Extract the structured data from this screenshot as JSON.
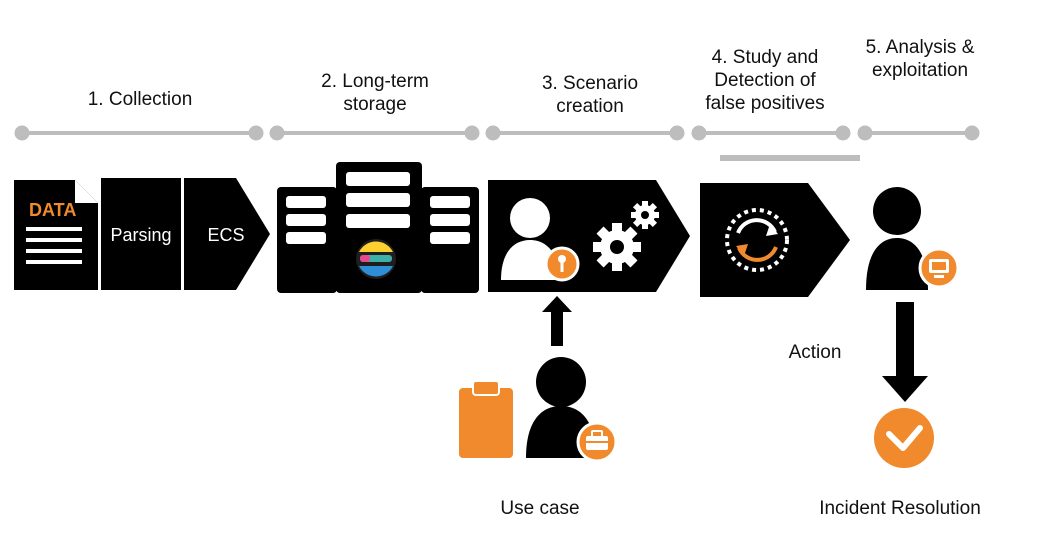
{
  "stages": [
    {
      "label_lines": [
        "1. Collection"
      ]
    },
    {
      "label_lines": [
        "2. Long-term",
        "storage"
      ]
    },
    {
      "label_lines": [
        "3. Scenario",
        "creation"
      ]
    },
    {
      "label_lines": [
        "4. Study and",
        "Detection of",
        "false positives"
      ]
    },
    {
      "label_lines": [
        "5. Analysis &",
        "exploitation"
      ]
    }
  ],
  "collection": {
    "data_text": "DATA",
    "parsing_text": "Parsing",
    "ecs_text": "ECS"
  },
  "labels": {
    "action": "Action",
    "use_case": "Use case",
    "incident_resolution": "Incident Resolution"
  },
  "icons": {
    "document": "document-icon",
    "server_rack": "server-rack-icon",
    "elastic_logo": "elastic-logo-icon",
    "user_key": "user-key-icon",
    "gears": "gears-icon",
    "refresh_cycle": "refresh-cycle-icon",
    "user_monitor": "user-monitor-icon",
    "clipboard": "clipboard-icon",
    "user_briefcase": "user-briefcase-icon",
    "checkmark": "checkmark-icon",
    "arrow_up": "arrow-up-icon",
    "arrow_down": "arrow-down-icon"
  },
  "colors": {
    "accent": "#F08A2C",
    "dark": "#000000",
    "timeline": "#BDBDBD",
    "text": "#111111"
  }
}
